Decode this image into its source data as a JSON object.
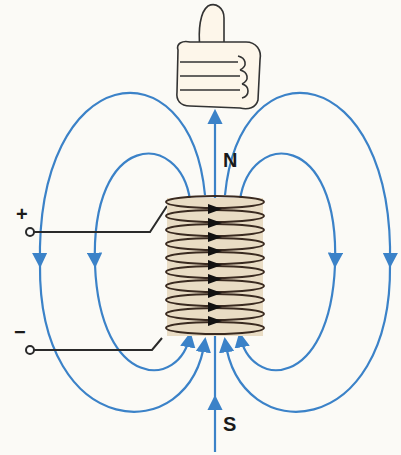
{
  "diagram": {
    "labels": [
      "+",
      "−",
      "N",
      "S"
    ]
  }
}
